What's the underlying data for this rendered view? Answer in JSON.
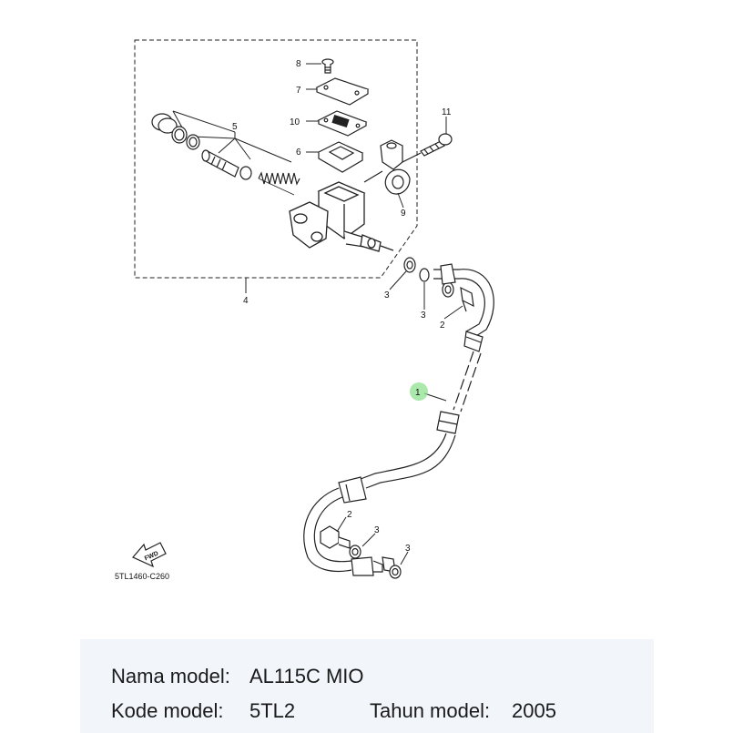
{
  "diagram": {
    "callouts": {
      "p8": "8",
      "p7": "7",
      "p10": "10",
      "p6": "6",
      "p5": "5",
      "p11": "11",
      "p9": "9",
      "p4": "4",
      "p3a": "3",
      "p3b": "3",
      "p2a": "2",
      "p1": "1",
      "p2b": "2",
      "p3c": "3",
      "p3d": "3"
    },
    "fwd_label": "FWD",
    "drawing_code": "5TL1460-C260",
    "highlight_color": "#8fe08f"
  },
  "info": {
    "model_name_label": "Nama model:",
    "model_name_value": "AL115C MIO",
    "model_code_label": "Kode model:",
    "model_code_value": "5TL2",
    "model_year_label": "Tahun model:",
    "model_year_value": "2005"
  }
}
